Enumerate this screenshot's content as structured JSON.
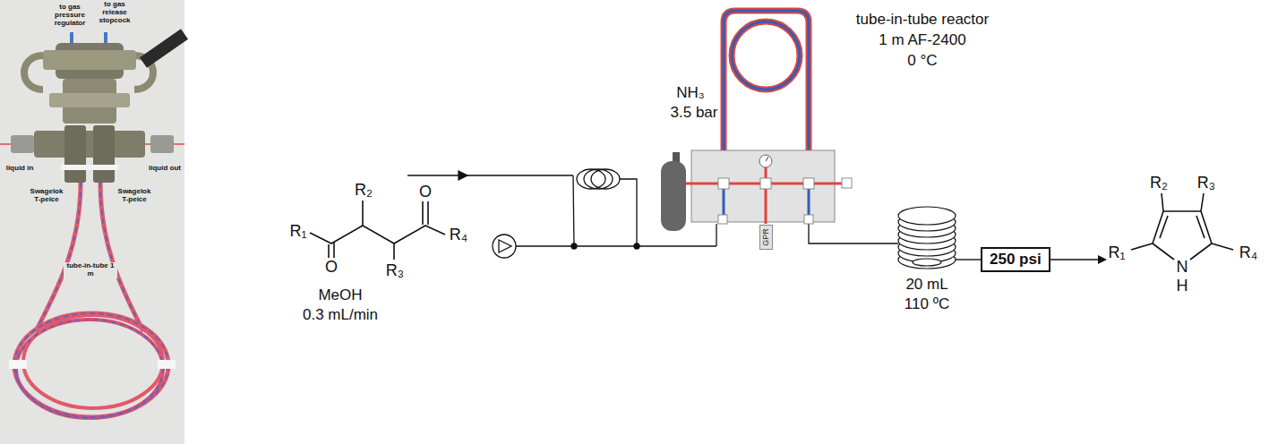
{
  "diagram": {
    "nodes": [
      {
        "text": [
          "GPR"
        ]
      },
      {
        "text": [
          "250 psi"
        ]
      }
    ],
    "labels": [
      "to gas pressure regulator",
      "to gas release stopcock",
      "liquid in",
      "liquid out",
      "Swagelok T-peice",
      "Swagelok T-peice",
      "tube-in-tube 1 m",
      "R₁",
      "R₂",
      "O",
      "R₄",
      "O",
      "R₃",
      "MeOH",
      "0.3 mL/min",
      "NH₃",
      "3.5 bar",
      "tube-in-tube reactor",
      "1 m AF-2400",
      "0 °C",
      "20 mL",
      "110 ºC",
      "R₂",
      "R₃",
      "R₁",
      "R₄",
      "N",
      "H"
    ]
  }
}
